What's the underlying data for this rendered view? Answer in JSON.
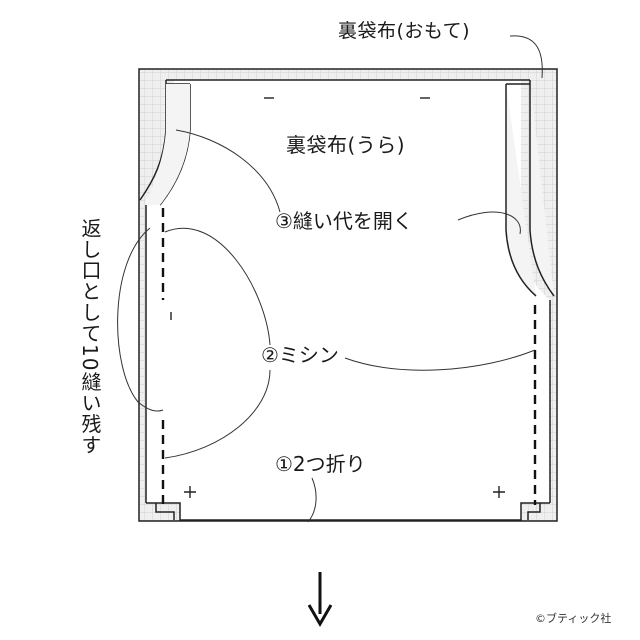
{
  "labels": {
    "outer_fabric": "裏袋布(おもて)",
    "inner_fabric": "裏袋布(うら)",
    "step3": "③縫い代を開く",
    "step2": "②ミシン",
    "step1": "①2つ折り",
    "opening": "返し口として10縫い残す",
    "copyright": "©ブティック社"
  },
  "arrow": {
    "direction": "down"
  }
}
